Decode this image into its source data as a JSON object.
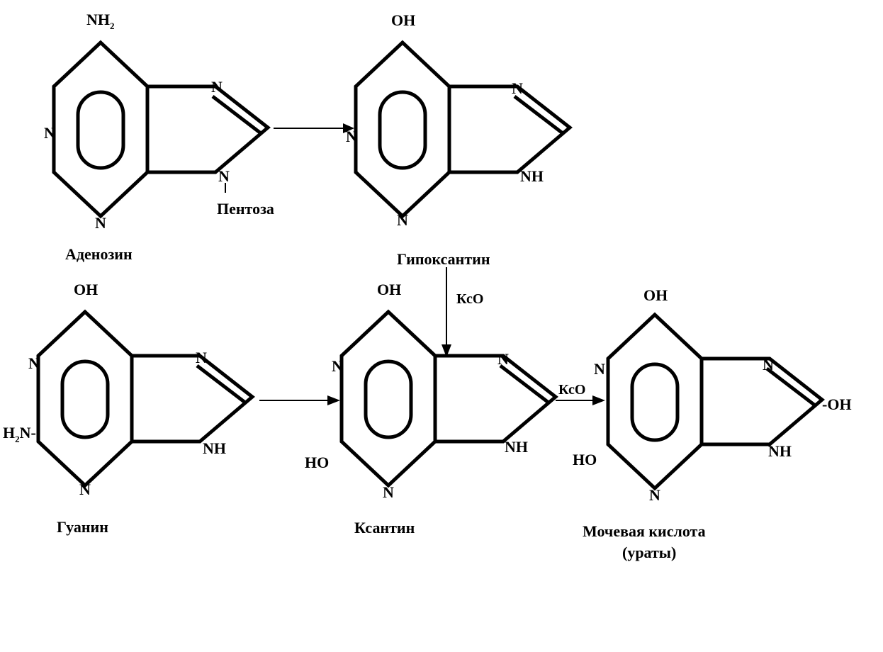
{
  "atoms": {
    "nitrogen": "N",
    "hydroxyl": "OH",
    "imine": "NH",
    "hydroxy_left": "HO",
    "hydroxy_right": "-OH",
    "amino_top": "NH",
    "amino_sub": "2",
    "amino_left_prefix": "H",
    "amino_left_sub": "2",
    "amino_left_suffix": "N-",
    "bond_dash": "|"
  },
  "substituents": {
    "pentose": "Пентоза"
  },
  "compounds": {
    "adenosine": "Аденозин",
    "hypoxanthine": "Гипоксантин",
    "guanine": "Гуанин",
    "xanthine": "Ксантин",
    "uric_acid_line1": "Мочевая кислота",
    "uric_acid_line2": "(ураты)"
  },
  "enzymes": {
    "xanthine_oxidase": "КсО"
  }
}
